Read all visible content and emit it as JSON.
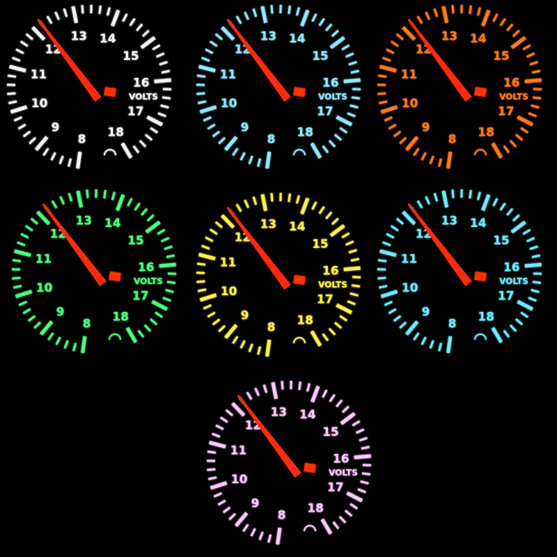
{
  "scale": {
    "labels": [
      "8",
      "9",
      "10",
      "11",
      "12",
      "13",
      "14",
      "15",
      "16",
      "17",
      "18"
    ],
    "min_volts": 8,
    "max_volts": 18,
    "unit_label": "VOLTS"
  },
  "gauges": [
    {
      "id": "white",
      "color": "#f4f4f4",
      "reading_volts": 12.2
    },
    {
      "id": "ice-blue",
      "color": "#8fe8ff",
      "reading_volts": 12.2
    },
    {
      "id": "orange",
      "color": "#ff7a1a",
      "reading_volts": 12.2
    },
    {
      "id": "green",
      "color": "#4dff7a",
      "reading_volts": 12.2
    },
    {
      "id": "yellow",
      "color": "#fff04d",
      "reading_volts": 12.2
    },
    {
      "id": "cyan",
      "color": "#6fe9ff",
      "reading_volts": 12.2
    },
    {
      "id": "pink",
      "color": "#ffc8ff",
      "reading_volts": 12.2
    }
  ],
  "needle_color": "#ff2a10",
  "indicator_color": "#ff3000"
}
